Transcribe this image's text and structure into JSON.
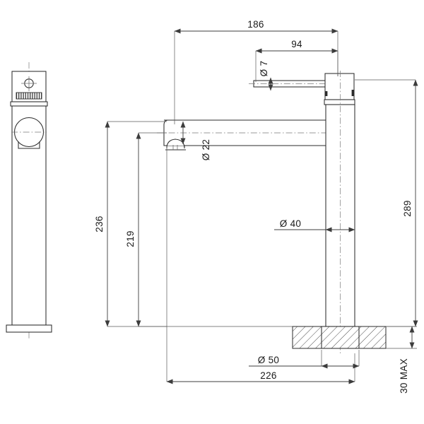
{
  "document": {
    "type": "technical-drawing",
    "subject": "Tall basin mixer tap dimensional drawing",
    "background_color": "#ffffff",
    "line_color": "#2b2b2b",
    "text_color": "#1a1a1a"
  },
  "dimensions": {
    "spout_reach_overall": {
      "label": "186",
      "value": 186,
      "unit": "mm",
      "orientation": "horizontal"
    },
    "lever_length": {
      "label": "94",
      "value": 94,
      "unit": "mm",
      "orientation": "horizontal"
    },
    "lever_rod_diameter": {
      "label": "Ø 7",
      "value": 7,
      "unit": "mm",
      "orientation": "vertical"
    },
    "spout_diameter": {
      "label": "Ø 22",
      "value": 22,
      "unit": "mm",
      "orientation": "vertical"
    },
    "body_diameter": {
      "label": "Ø 40",
      "value": 40,
      "unit": "mm",
      "orientation": "horizontal"
    },
    "height_to_spout_centre": {
      "label": "236",
      "value": 236,
      "unit": "mm",
      "orientation": "vertical"
    },
    "height_to_spout_underside": {
      "label": "219",
      "value": 219,
      "unit": "mm",
      "orientation": "vertical"
    },
    "overall_height": {
      "label": "289",
      "value": 289,
      "unit": "mm",
      "orientation": "vertical"
    },
    "base_diameter": {
      "label": "Ø 50",
      "value": 50,
      "unit": "mm",
      "orientation": "horizontal"
    },
    "overall_width": {
      "label": "226",
      "value": 226,
      "unit": "mm",
      "orientation": "horizontal"
    },
    "max_bench_thickness": {
      "label": "30 MAX",
      "value": 30,
      "unit": "mm",
      "orientation": "vertical"
    }
  },
  "views": {
    "left": {
      "name": "front-elevation",
      "description": "Front elevation of tall basin mixer showing handle cap and spout outlet"
    },
    "right": {
      "name": "side-elevation",
      "description": "Side elevation with full dimensioning and hatched bench section"
    }
  },
  "labels_ordered": [
    "186",
    "94",
    "Ø 7",
    "Ø 22",
    "236",
    "219",
    "Ø 40",
    "289",
    "Ø 50",
    "226",
    "30 MAX"
  ]
}
